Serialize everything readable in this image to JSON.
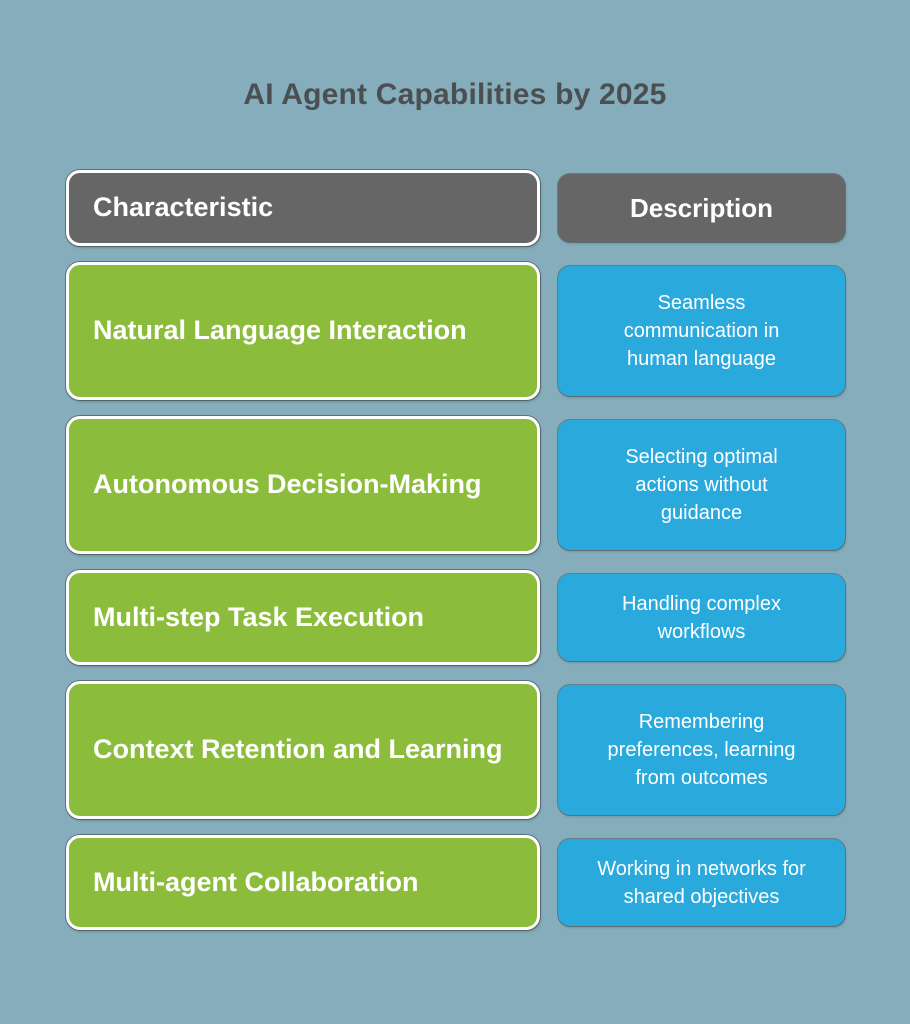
{
  "title": "AI Agent Capabilities by 2025",
  "colors": {
    "background": "#86adbb",
    "title_gray": "#4b4f52",
    "header_gray": "#666666",
    "characteristic_green": "#8cbc3b",
    "description_blue": "#29a9dc",
    "text_white": "#ffffff"
  },
  "table": {
    "headers": {
      "characteristic": "Characteristic",
      "description": "Description"
    },
    "rows": [
      {
        "characteristic": "Natural Language Interaction",
        "description": "Seamless communication in human language"
      },
      {
        "characteristic": "Autonomous Decision-Making",
        "description": "Selecting optimal actions without guidance"
      },
      {
        "characteristic": "Multi-step Task Execution",
        "description": "Handling complex workflows"
      },
      {
        "characteristic": "Context Retention and Learning",
        "description": "Remembering preferences, learning from outcomes"
      },
      {
        "characteristic": "Multi-agent Collaboration",
        "description": "Working in networks for shared objectives"
      }
    ]
  },
  "chart_data": {
    "type": "table",
    "title": "AI Agent Capabilities by 2025",
    "columns": [
      "Characteristic",
      "Description"
    ],
    "rows": [
      [
        "Natural Language Interaction",
        "Seamless communication in human language"
      ],
      [
        "Autonomous Decision-Making",
        "Selecting optimal actions without guidance"
      ],
      [
        "Multi-step Task Execution",
        "Handling complex workflows"
      ],
      [
        "Context Retention and Learning",
        "Remembering preferences, learning from outcomes"
      ],
      [
        "Multi-agent Collaboration",
        "Working in networks for shared objectives"
      ]
    ],
    "layout_hints": {
      "characteristic_column_style": "green rounded box, white border, bold left-aligned white text",
      "description_column_style": "blue rounded box, centered white text",
      "header_style": "dark gray rounded box, bold white text"
    }
  }
}
